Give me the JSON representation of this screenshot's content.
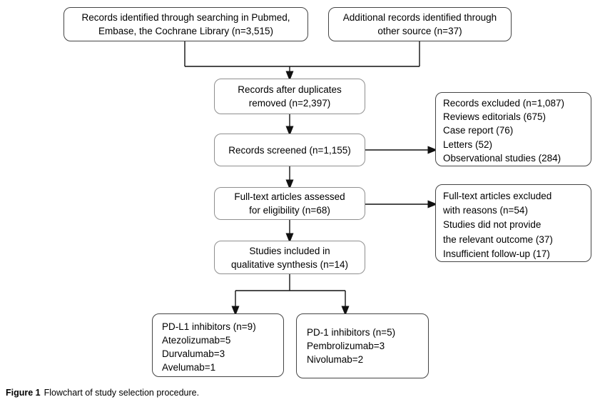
{
  "figure_caption": {
    "label": "Figure 1",
    "text": "Flowchart of study selection procedure."
  },
  "colors": {
    "box_border_dark": "#454545",
    "box_border_gray": "#8f8f8f",
    "connector_line": "#111111",
    "text": "#000000",
    "background": "#ffffff"
  },
  "boxes": {
    "records_identified": {
      "lines": [
        "Records identified through searching in Pubmed,",
        "Embase, the Cochrane Library (n=3,515)"
      ]
    },
    "additional_records": {
      "lines": [
        "Additional records identified through",
        "other source (n=37)"
      ]
    },
    "duplicates_removed": {
      "lines": [
        "Records after duplicates",
        "removed (n=2,397)"
      ]
    },
    "records_screened": {
      "lines": [
        "Records screened (n=1,155)"
      ]
    },
    "records_excluded": {
      "lines": [
        "Records excluded (n=1,087)",
        "Reviews editorials (675)",
        "Case report (76)",
        "Letters (52)",
        "Observational studies (284)"
      ]
    },
    "fulltext_assessed": {
      "lines": [
        "Full-text articles assessed",
        "for eligibility (n=68)"
      ]
    },
    "fulltext_excluded": {
      "lines": [
        "Full-text articles excluded",
        "with reasons (n=54)",
        "Studies did not provide",
        "the relevant outcome (37)",
        "Insufficient follow-up (17)"
      ]
    },
    "studies_included": {
      "lines": [
        "Studies included in",
        "qualitative synthesis (n=14)"
      ]
    },
    "pdl1_inhibitors": {
      "lines": [
        "PD-L1 inhibitors (n=9)",
        "Atezolizumab=5",
        "Durvalumab=3",
        "Avelumab=1"
      ]
    },
    "pd1_inhibitors": {
      "lines": [
        "PD-1 inhibitors (n=5)",
        "Pembrolizumab=3",
        "Nivolumab=2"
      ]
    }
  }
}
